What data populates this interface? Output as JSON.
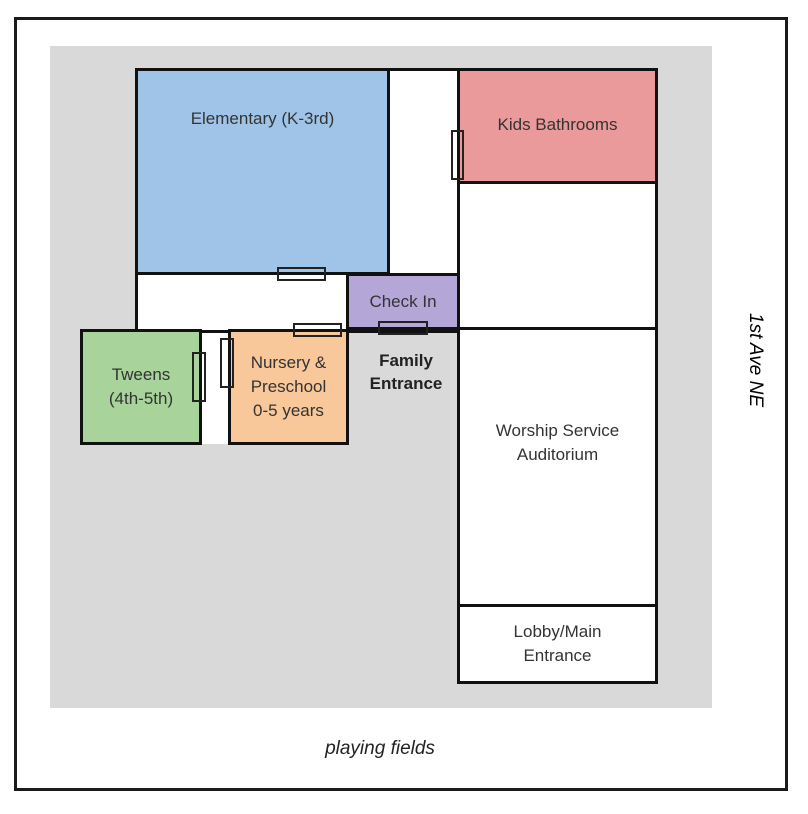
{
  "rooms": {
    "elementary": {
      "label": "Elementary (K-3rd)",
      "color": "#a0c4e8"
    },
    "kids_bathrooms": {
      "label": "Kids Bathrooms",
      "color": "#ea9a9a"
    },
    "check_in": {
      "label": "Check In",
      "color": "#b4a7d8"
    },
    "tweens": {
      "label": "Tweens\n(4th-5th)",
      "color": "#a8d39a"
    },
    "nursery": {
      "label": "Nursery &\nPreschool\n0-5 years",
      "color": "#f8c79a"
    },
    "worship": {
      "label": "Worship Service\nAuditorium",
      "color": "#ffffff"
    },
    "lobby": {
      "label": "Lobby/Main\nEntrance",
      "color": "#ffffff"
    }
  },
  "labels": {
    "family_entrance": "Family\nEntrance",
    "street": "1st Ave NE",
    "playing_fields": "playing fields"
  },
  "colors": {
    "lot": "#d9d9d9",
    "wall": "#111111"
  }
}
